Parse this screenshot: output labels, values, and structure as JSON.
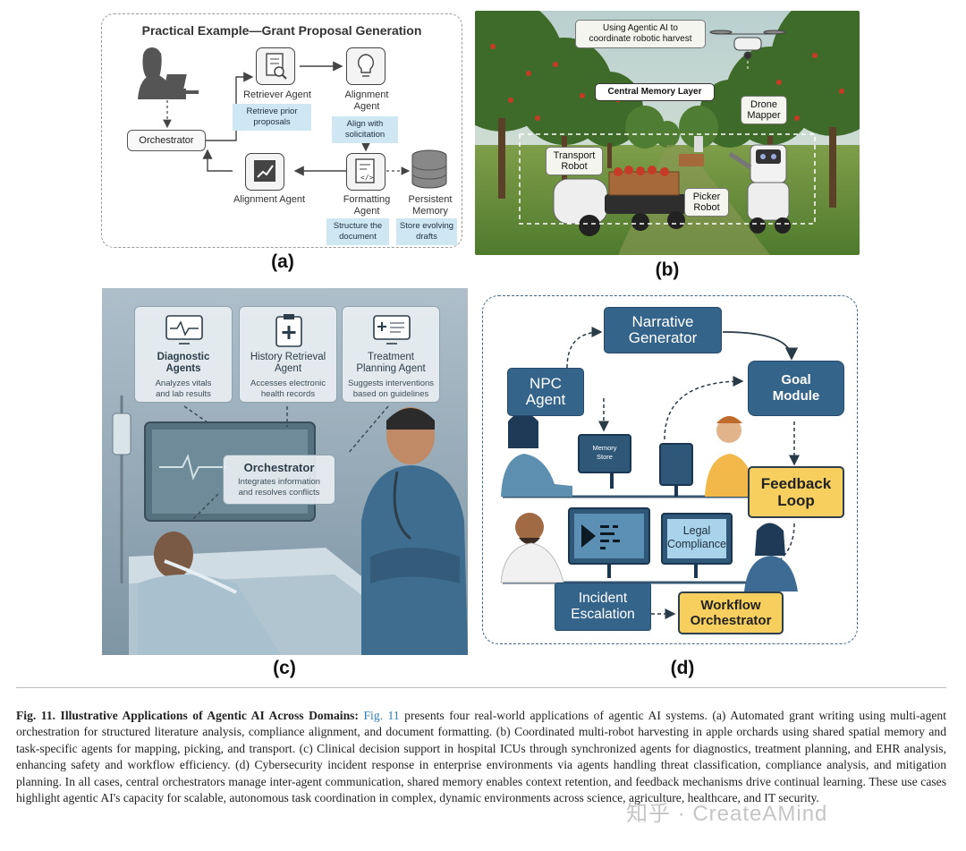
{
  "panel_a": {
    "title": "Practical Example—Grant Proposal Generation",
    "label": "(a)",
    "retriever_agent": "Retriever Agent",
    "retriever_note_1": "Retrieve prior",
    "retriever_note_2": "proposals",
    "alignment_agent_top_1": "Alignment",
    "alignment_agent_top_2": "Agent",
    "alignment_note_1": "Align with",
    "alignment_note_2": "solicitation",
    "orchestrator": "Orchestrator",
    "alignment_agent_bottom": "Alignment Agent",
    "formatting_agent_1": "Formatting",
    "formatting_agent_2": "Agent",
    "formatting_note_1": "Structure the",
    "formatting_note_2": "document",
    "memory_1": "Persistent",
    "memory_2": "Memory",
    "memory_note_1": "Store evolving",
    "memory_note_2": "drafts"
  },
  "panel_b": {
    "label": "(b)",
    "banner_1": "Using Agentic AI to",
    "banner_2": "coordinate robotic harvest",
    "memory_layer": "Central Memory Layer",
    "drone_1": "Drone",
    "drone_2": "Mapper",
    "transport_1": "Transport",
    "transport_2": "Robot",
    "picker_1": "Picker",
    "picker_2": "Robot"
  },
  "panel_c": {
    "label": "(c)",
    "diag_1": "Diagnostic",
    "diag_2": "Agents",
    "diag_s1": "Analyzes vitals",
    "diag_s2": "and lab results",
    "hist_1": "History Retrieval",
    "hist_2": "Agent",
    "hist_s1": "Accesses electronic",
    "hist_s2": "health records",
    "treat_1": "Treatment",
    "treat_2": "Planning Agent",
    "treat_s1": "Suggests interventions",
    "treat_s2": "based on guidelines",
    "orch": "Orchestrator",
    "orch_s1": "Integrates information",
    "orch_s2": "and resolves conflicts"
  },
  "panel_d": {
    "label": "(d)",
    "narrative_1": "Narrative",
    "narrative_2": "Generator",
    "npc_1": "NPC",
    "npc_2": "Agent",
    "goal_1": "Goal",
    "goal_2": "Module",
    "memory_store_1": "Memory",
    "memory_store_2": "Store",
    "feedback_1": "Feedback",
    "feedback_2": "Loop",
    "legal_1": "Legal",
    "legal_2": "Compliance",
    "incident_1": "Incident",
    "incident_2": "Escalation",
    "workflow_1": "Workflow",
    "workflow_2": "Orchestrator"
  },
  "caption": {
    "bold": "Fig. 11. Illustrative Applications of Agentic AI Across Domains:",
    "link": "Fig. 11",
    "body": "presents four real-world applications of agentic AI systems. (a) Automated grant writing using multi-agent orchestration for structured literature analysis, compliance alignment, and document formatting. (b) Coordinated multi-robot harvesting in apple orchards using shared spatial memory and task-specific agents for mapping, picking, and transport. (c) Clinical decision support in hospital ICUs through synchronized agents for diagnostics, treatment planning, and EHR analysis, enhancing safety and workflow efficiency. (d) Cybersecurity incident response in enterprise environments via agents handling threat classification, compliance analysis, and mitigation planning. In all cases, central orchestrators manage inter-agent communication, shared memory enables context retention, and feedback mechanisms drive continual learning. These use cases highlight agentic AI's capacity for scalable, autonomous task coordination in complex, dynamic environments across science, agriculture, healthcare, and IT security."
  },
  "watermark": "知乎 · CreateAMind"
}
